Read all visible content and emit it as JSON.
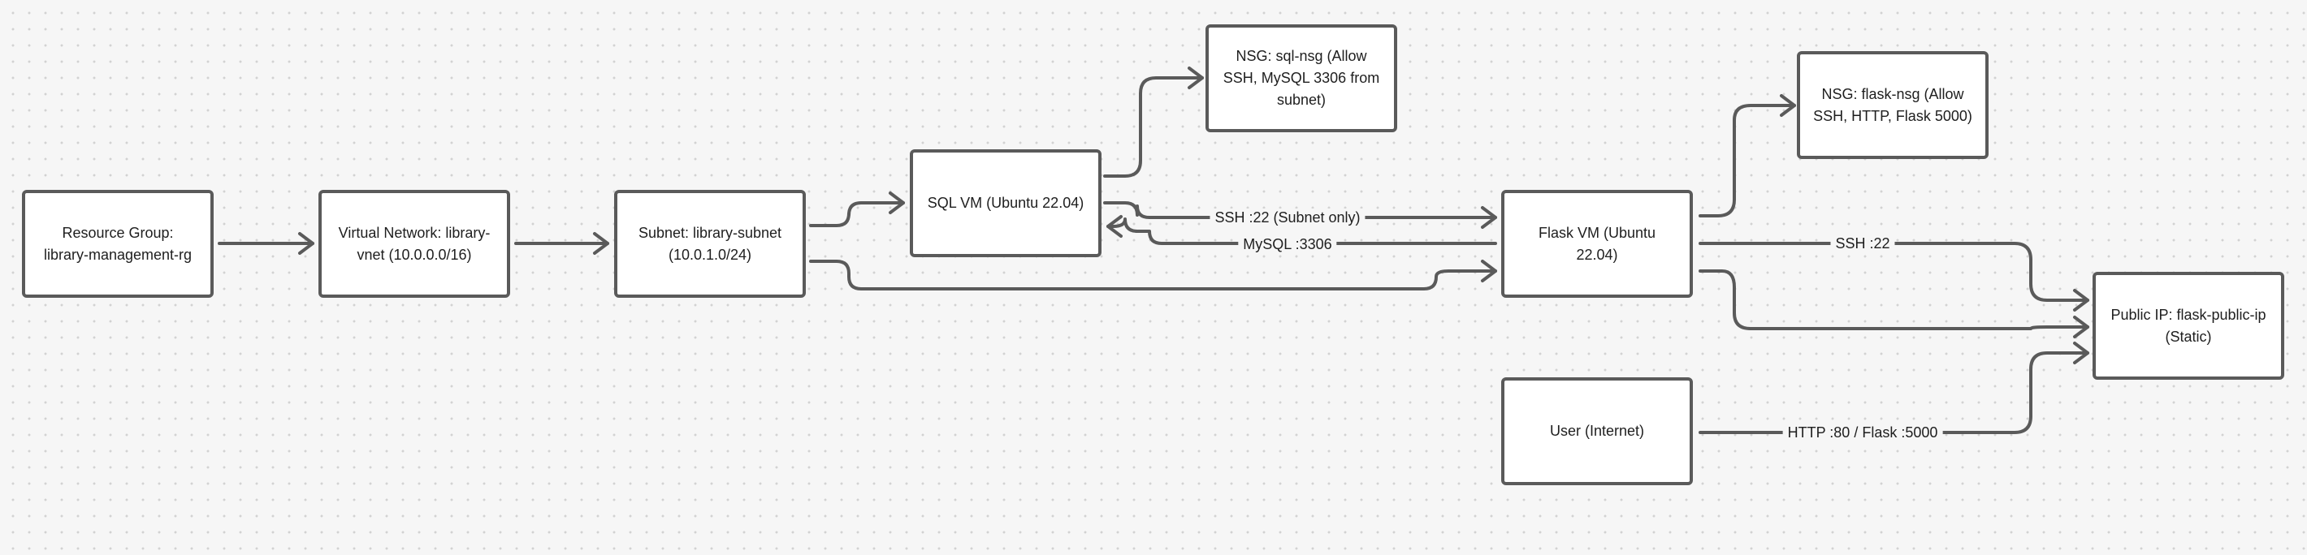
{
  "colors": {
    "stroke": "#5a5a5a",
    "node_fill": "#ffffff",
    "canvas": "#f6f6f6",
    "dots": "#d2d2d2"
  },
  "nodes": {
    "resource_group": "Resource Group: library-management-rg",
    "vnet": "Virtual Network: library-vnet (10.0.0.0/16)",
    "subnet": "Subnet: library-subnet (10.0.1.0/24)",
    "sql_vm": "SQL VM (Ubuntu 22.04)",
    "sql_nsg": "NSG: sql-nsg (Allow SSH, MySQL 3306 from subnet)",
    "flask_vm": "Flask VM (Ubuntu 22.04)",
    "flask_nsg": "NSG: flask-nsg (Allow SSH, HTTP, Flask 5000)",
    "public_ip": "Public IP: flask-public-ip (Static)",
    "user": "User (Internet)"
  },
  "edges": {
    "ssh_subnet": "SSH :22 (Subnet only)",
    "mysql": "MySQL :3306",
    "ssh_public": "SSH :22",
    "http_flask": "HTTP :80 / Flask :5000"
  }
}
